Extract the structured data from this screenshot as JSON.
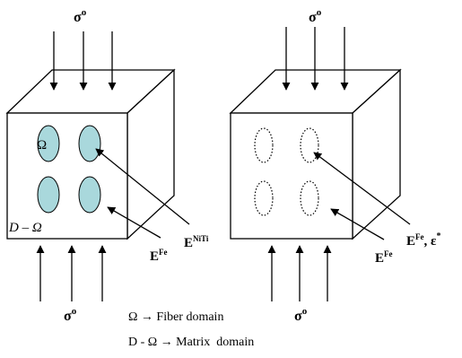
{
  "labels": {
    "sigma": "σ",
    "sigma_sup": "o",
    "omega": "Ω",
    "d_minus_omega": "D – Ω",
    "e": "E",
    "niti_sup": "NiTi",
    "fe_sup": "Fe",
    "eps_sep": ", ε",
    "eps_sup": "*"
  },
  "legend": [
    {
      "symbol": "Ω → Fiber domain"
    },
    {
      "symbol": "D - Ω → Matrix  domain"
    }
  ],
  "colors": {
    "fiber_fill": "#a9d8dc",
    "stroke": "#000000",
    "background": "#ffffff"
  }
}
